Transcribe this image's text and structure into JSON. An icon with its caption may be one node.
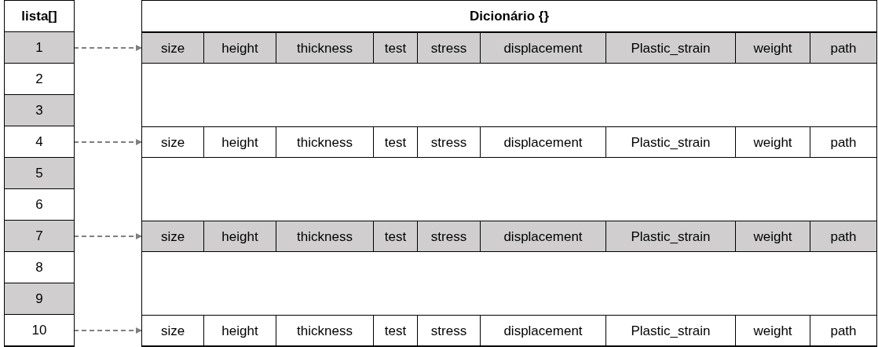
{
  "diagram": {
    "nodes": [
      {
        "text": [
          "lista[]"
        ]
      },
      {
        "text": [
          "1"
        ],
        "in": 0
      },
      {
        "text": [
          "2"
        ],
        "in": 0
      },
      {
        "text": [
          "3"
        ],
        "in": 0
      },
      {
        "text": [
          "4"
        ],
        "in": 0
      },
      {
        "text": [
          "5"
        ],
        "in": 0
      },
      {
        "text": [
          "6"
        ],
        "in": 0
      },
      {
        "text": [
          "7"
        ],
        "in": 0
      },
      {
        "text": [
          "8"
        ],
        "in": 0
      },
      {
        "text": [
          "9"
        ],
        "in": 0
      },
      {
        "text": [
          "10"
        ],
        "in": 0
      },
      {
        "text": [
          "Dicionário {}"
        ]
      },
      {
        "text": [
          "size",
          "height",
          "thickness",
          "test",
          "stress",
          "displacement",
          "Plastic_strain",
          "weight",
          "path"
        ],
        "in": 11
      },
      {
        "text": [
          "size",
          "height",
          "thickness",
          "test",
          "stress",
          "displacement",
          "Plastic_strain",
          "weight",
          "path"
        ],
        "in": 11
      },
      {
        "text": [
          "size",
          "height",
          "thickness",
          "test",
          "stress",
          "displacement",
          "Plastic_strain",
          "weight",
          "path"
        ],
        "in": 11
      },
      {
        "text": [
          "size",
          "height",
          "thickness",
          "test",
          "stress",
          "displacement",
          "Plastic_strain",
          "weight",
          "path"
        ],
        "in": 11
      }
    ],
    "edges": [
      {
        "from": 1,
        "to": 12,
        "arrow": "to",
        "style": "dashed"
      },
      {
        "from": 4,
        "to": 13,
        "arrow": "to",
        "style": "dashed"
      },
      {
        "from": 7,
        "to": 14,
        "arrow": "to",
        "style": "dashed"
      },
      {
        "from": 10,
        "to": 15,
        "arrow": "to",
        "style": "dashed"
      }
    ]
  }
}
